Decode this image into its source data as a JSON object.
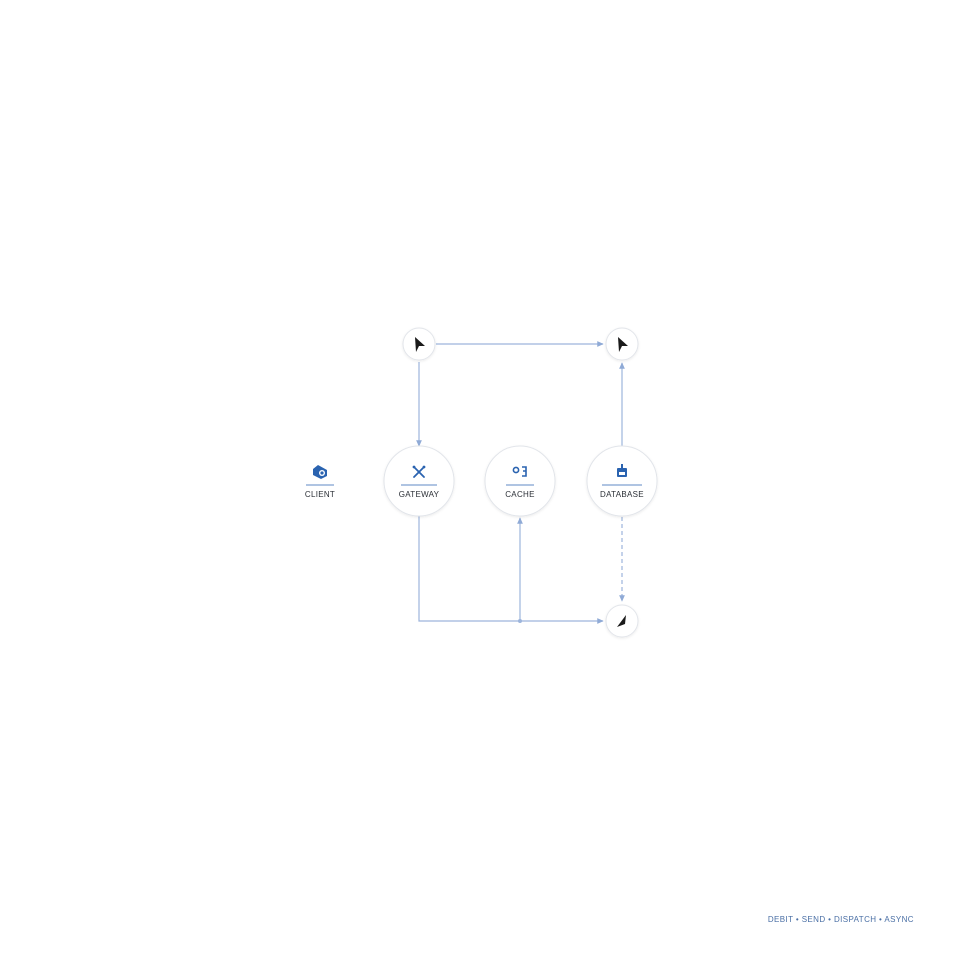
{
  "nodes": {
    "client": {
      "label": "CLIENT",
      "icon": "client-icon"
    },
    "gateway": {
      "label": "GATEWAY",
      "icon": "tools-icon"
    },
    "cache": {
      "label": "CACHE",
      "icon": "cache-icon"
    },
    "database": {
      "label": "DATABASE",
      "icon": "database-icon"
    }
  },
  "markers": {
    "top_left": {
      "icon": "arrow-cursor-icon"
    },
    "top_right": {
      "icon": "arrow-cursor-icon"
    },
    "bottom_right": {
      "icon": "arrow-cursor-icon"
    }
  },
  "footer": {
    "legend": "DEBIT • SEND • DISPATCH • ASYNC"
  },
  "colors": {
    "accent": "#2a63b0",
    "connector": "#9db5dc",
    "node_border": "#e2e5ea",
    "label": "#2b2f36"
  }
}
